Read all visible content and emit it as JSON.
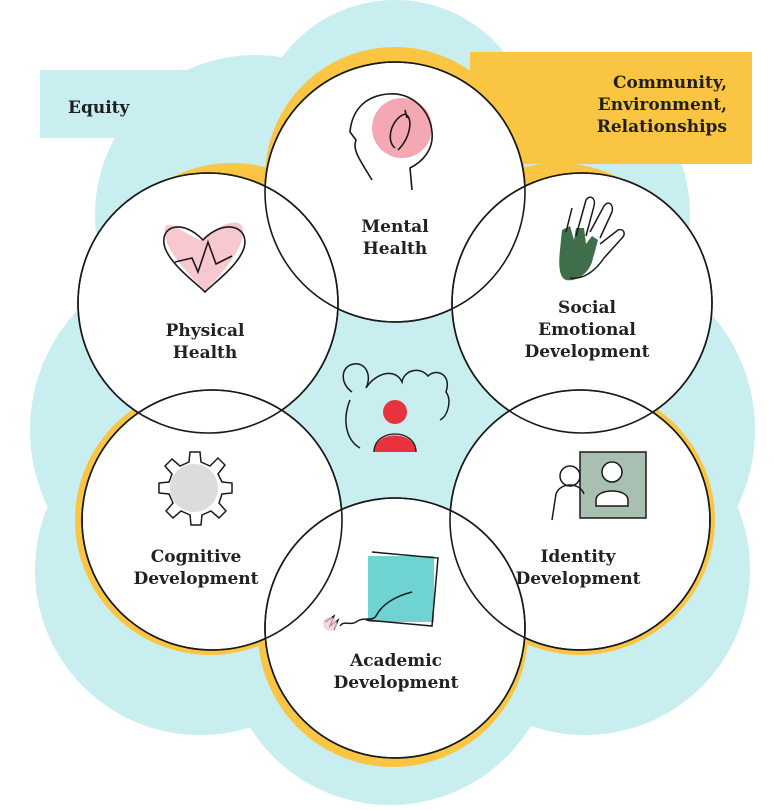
{
  "outer_labels": {
    "equity": "Equity",
    "community": [
      "Community,",
      "Environment,",
      "Relationships"
    ]
  },
  "areas": [
    {
      "name": "mental-health",
      "lines": [
        "Mental",
        "Health"
      ],
      "icon": "head-icon"
    },
    {
      "name": "physical-health",
      "lines": [
        "Physical",
        "Health"
      ],
      "icon": "heart-icon"
    },
    {
      "name": "social-emotional-development",
      "lines": [
        "Social",
        "Emotional",
        "Development"
      ],
      "icon": "hands-icon"
    },
    {
      "name": "cognitive-development",
      "lines": [
        "Cognitive",
        "Development"
      ],
      "icon": "gear-icon"
    },
    {
      "name": "identity-development",
      "lines": [
        "Identity",
        "Development"
      ],
      "icon": "portrait-icon"
    },
    {
      "name": "academic-development",
      "lines": [
        "Academic",
        "Development"
      ],
      "icon": "paper-icon"
    }
  ],
  "center_icon": "group-people-icon",
  "colors": {
    "equity_bg": "#c8eef0",
    "community_bg": "#fbc544",
    "center_fill": "#c8eef0",
    "accent_red": "#e8323e",
    "accent_pink": "#f7c8cf",
    "accent_green": "#3f6f4a",
    "accent_teal": "#6fd3d1",
    "accent_gray": "#a9bfb1"
  }
}
